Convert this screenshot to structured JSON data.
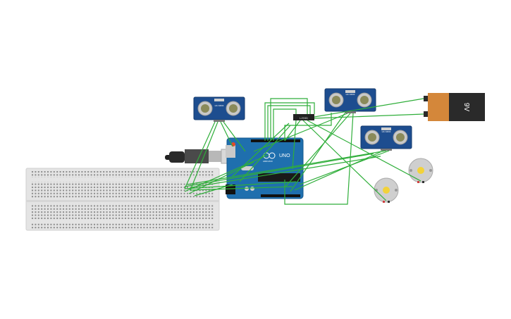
{
  "components": {
    "sensor_label": "HC-SR04",
    "arduino": {
      "brand": "ARDUINO",
      "model": "UNO"
    },
    "driver_chip": {
      "label": "L293D"
    },
    "battery": {
      "label": "9V"
    }
  },
  "colors": {
    "wire": "#2fae3a",
    "sensor_board": "#1d4d8f",
    "arduino_board": "#1f6fae",
    "breadboard": "#e4e4e4",
    "battery_orange": "#d4873a",
    "battery_black": "#2a2a2a",
    "motor_body": "#cfcfcf",
    "motor_shaft": "#f2d23a"
  }
}
